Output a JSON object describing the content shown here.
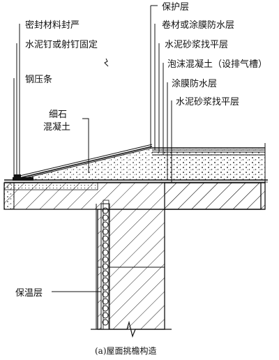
{
  "labels": {
    "seal": "密封材料封严",
    "nail": "水泥钉或射钉固定",
    "strip": "钢压条",
    "fine_concrete": "细石\n混凝土",
    "protect": "保护层",
    "membrane": "卷材或涂膜防水层",
    "mortar1": "水泥砂浆找平层",
    "foam": "泡沫混凝土（设排气槽）",
    "coating": "涂膜防水层",
    "mortar2": "水泥砂浆找平层",
    "insulation": "保温层"
  },
  "caption": "(a)屋面挑檐构造"
}
